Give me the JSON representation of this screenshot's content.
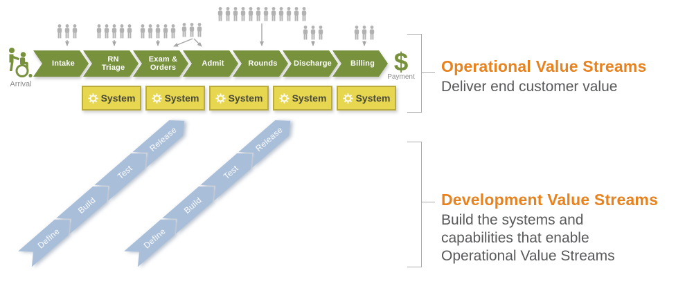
{
  "operational": {
    "title": "Operational Value Streams",
    "subtitle": "Deliver end customer value",
    "start": {
      "label": "Arrival"
    },
    "end": {
      "symbol": "$",
      "label": "Payment"
    },
    "steps": [
      {
        "label": "Intake"
      },
      {
        "label": "RN\nTriage"
      },
      {
        "label": "Exam &\nOrders"
      },
      {
        "label": "Admit"
      },
      {
        "label": "Rounds"
      },
      {
        "label": "Discharge"
      },
      {
        "label": "Billing"
      }
    ],
    "systems": [
      {
        "label": "System"
      },
      {
        "label": "System"
      },
      {
        "label": "System"
      },
      {
        "label": "System"
      },
      {
        "label": "System"
      }
    ],
    "people_groups": [
      {
        "count": 3
      },
      {
        "count": 5
      },
      {
        "count": 5
      },
      {
        "count": 3
      },
      {
        "count": 12
      },
      {
        "count": 3
      },
      {
        "count": 3
      }
    ]
  },
  "development": {
    "title": "Development Value Streams",
    "subtitle": "Build the systems and\ncapabilities that enable\nOperational Value Streams",
    "chains": [
      {
        "steps": [
          {
            "label": "Define"
          },
          {
            "label": "Build"
          },
          {
            "label": "Test"
          },
          {
            "label": "Release"
          }
        ]
      },
      {
        "steps": [
          {
            "label": "Define"
          },
          {
            "label": "Build"
          },
          {
            "label": "Test"
          },
          {
            "label": "Release"
          }
        ]
      }
    ]
  },
  "colors": {
    "olive": "#77913c",
    "system_yellow": "#e7d750",
    "system_border": "#b9ab3c",
    "dev_blue": "#a9bed9",
    "heading_orange": "#e8821e",
    "body_gray": "#58595b",
    "people_gray": "#b2b2b2"
  }
}
